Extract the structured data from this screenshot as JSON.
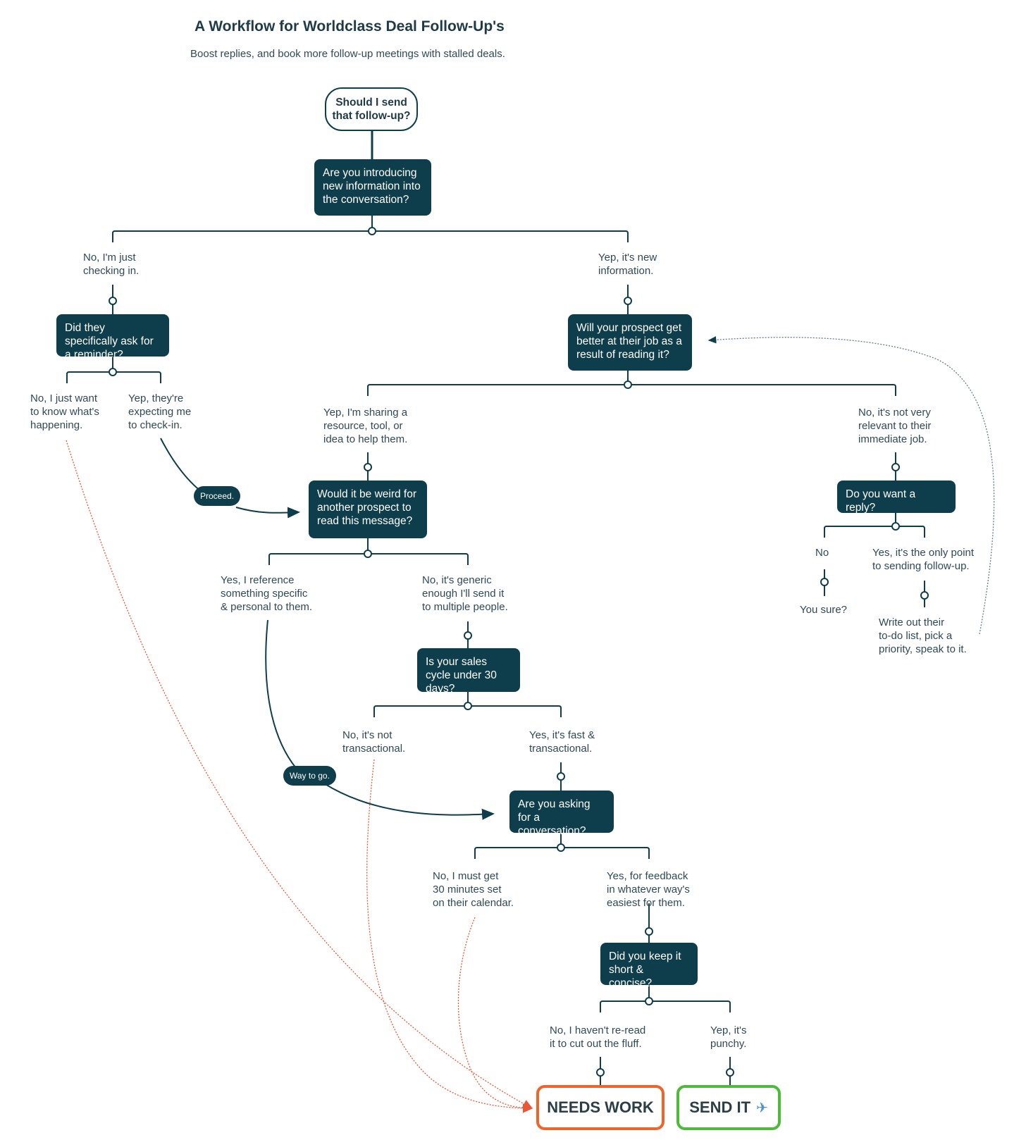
{
  "title": "A Workflow for Worldclass Deal Follow-Up's",
  "subtitle": "Boost replies, and book more follow-up meetings with stalled deals.",
  "nodes": {
    "start": "Should I send that follow-up?",
    "q_new_info": "Are you introducing new information into the conversation?",
    "q_reminder": "Did they specifically ask for a reminder?",
    "q_better_job": "Will your prospect get better at their job as a result of reading it?",
    "q_weird": "Would it be weird for another prospect to read this message?",
    "q_want_reply": "Do you want a reply?",
    "q_sales_cycle": "Is your sales cycle under 30 days?",
    "q_conversation": "Are you asking for a conversation?",
    "q_short": "Did you keep it short & concise?"
  },
  "labels": {
    "checking_in": "No, I'm just\nchecking in.",
    "new_information": "Yep, it's new\ninformation.",
    "know_whats_happening": "No, I just want\nto know what's\nhappening.",
    "expecting_checkin": "Yep, they're\nexpecting me\nto check-in.",
    "sharing_resource": "Yep, I'm sharing a\nresource, tool, or\nidea to help them.",
    "not_relevant": "No, it's not very\nrelevant to their\nimmediate job.",
    "reference_personal": "Yes, I reference\nsomething specific\n& personal to them.",
    "generic": "No, it's generic\nenough I'll send it\nto multiple people.",
    "no": "No",
    "only_point": "Yes, it's the only point\nto sending follow-up.",
    "you_sure": "You sure?",
    "todo_list": "Write out their\nto-do list, pick a\npriority, speak to it.",
    "not_transactional": "No, it's not\ntransactional.",
    "fast_transactional": "Yes, it's fast &\ntransactional.",
    "thirty_minutes": "No, I must get\n30 minutes set\non their calendar.",
    "for_feedback": "Yes, for feedback\nin whatever way's\neasiest for them.",
    "not_reread": "No, I haven't re-read\nit to cut out the fluff.",
    "punchy": "Yep, it's\npunchy."
  },
  "pills": {
    "proceed": "Proceed.",
    "way_to_go": "Way to go."
  },
  "outcomes": {
    "needs_work": "NEEDS WORK",
    "send_it": "SEND IT"
  },
  "icons": {
    "send_it": "airplane-icon"
  },
  "colors": {
    "node": "#0e3d4c",
    "connector": "#0e3d4c",
    "needs_work": "#f0642a",
    "send_it": "#4cbb3a",
    "feedback_arrow": "#e8573a"
  }
}
